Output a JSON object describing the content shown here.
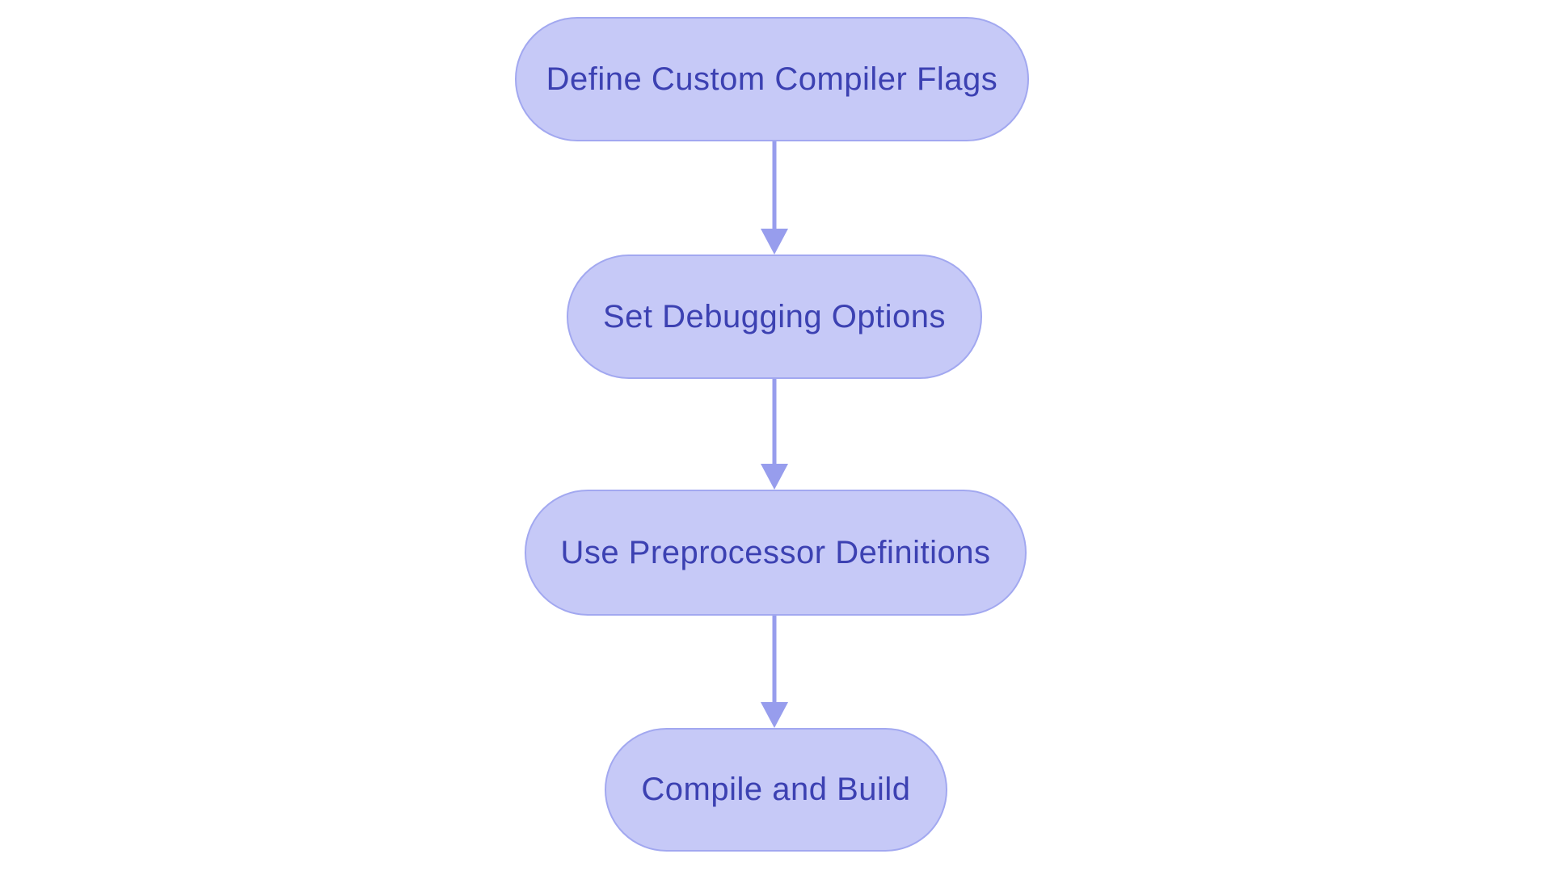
{
  "flowchart": {
    "type": "vertical-flowchart",
    "nodes": [
      {
        "id": "define-custom-compiler-flags",
        "label": "Define Custom Compiler Flags"
      },
      {
        "id": "set-debugging-options",
        "label": "Set Debugging Options"
      },
      {
        "id": "use-preprocessor-definitions",
        "label": "Use Preprocessor Definitions"
      },
      {
        "id": "compile-and-build",
        "label": "Compile and Build"
      }
    ],
    "edges": [
      {
        "from": "define-custom-compiler-flags",
        "to": "set-debugging-options"
      },
      {
        "from": "set-debugging-options",
        "to": "use-preprocessor-definitions"
      },
      {
        "from": "use-preprocessor-definitions",
        "to": "compile-and-build"
      }
    ],
    "colors": {
      "node_fill": "#c6c9f7",
      "node_border": "#a2a8f0",
      "node_text": "#3c41b2",
      "arrow": "#979ded",
      "background": "#ffffff"
    }
  }
}
